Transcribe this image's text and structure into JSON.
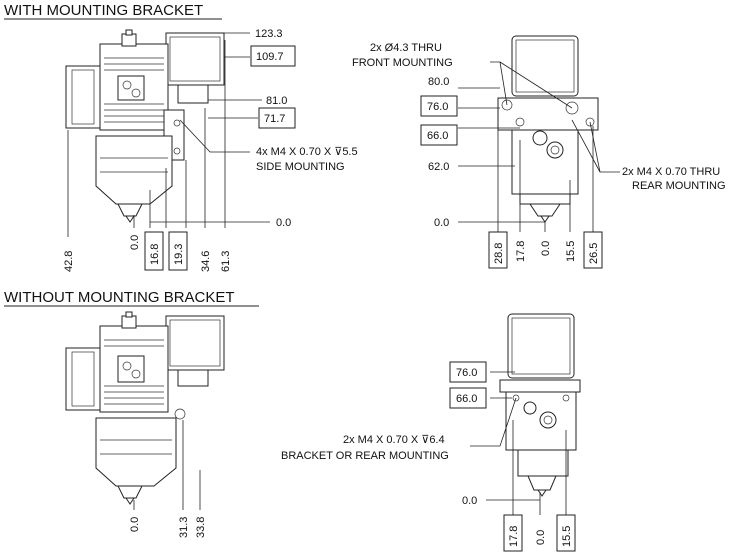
{
  "sections": {
    "with_bracket": "WITH MOUNTING BRACKET",
    "without_bracket": "WITHOUT MOUNTING BRACKET"
  },
  "side_view_top": {
    "dims": {
      "d123_3": "123.3",
      "d109_7": "109.7",
      "d81_0": "81.0",
      "d71_7": "71.7",
      "d0_0": "0.0",
      "d42_8": "42.8",
      "dx0_0": "0.0",
      "d16_8": "16.8",
      "d19_3": "19.3",
      "d34_6": "34.6",
      "d61_3": "61.3"
    },
    "callout_line1": "4x M4 X 0.70 X ⊽5.5",
    "callout_line2": "SIDE MOUNTING"
  },
  "front_view_top": {
    "dims": {
      "d80_0": "80.0",
      "d76_0": "76.0",
      "d66_0": "66.0",
      "d62_0": "62.0",
      "d0_0": "0.0",
      "d28_8": "28.8",
      "d17_8": "17.8",
      "dx0_0": "0.0",
      "d15_5": "15.5",
      "d26_5": "26.5"
    },
    "callout_front_line1": "2x Ø4.3 THRU",
    "callout_front_line2": "FRONT MOUNTING",
    "callout_rear_line1": "2x M4 X 0.70 THRU",
    "callout_rear_line2": "REAR MOUNTING"
  },
  "side_view_bottom": {
    "dims": {
      "dx0_0": "0.0",
      "d31_3": "31.3",
      "d33_8": "33.8"
    }
  },
  "front_view_bottom": {
    "dims": {
      "d76_0": "76.0",
      "d66_0": "66.0",
      "d0_0": "0.0",
      "d17_8": "17.8",
      "dx0_0": "0.0",
      "d15_5": "15.5"
    },
    "callout_line1": "2x M4 X 0.70 X ⊽6.4",
    "callout_line2": "BRACKET OR REAR MOUNTING"
  }
}
